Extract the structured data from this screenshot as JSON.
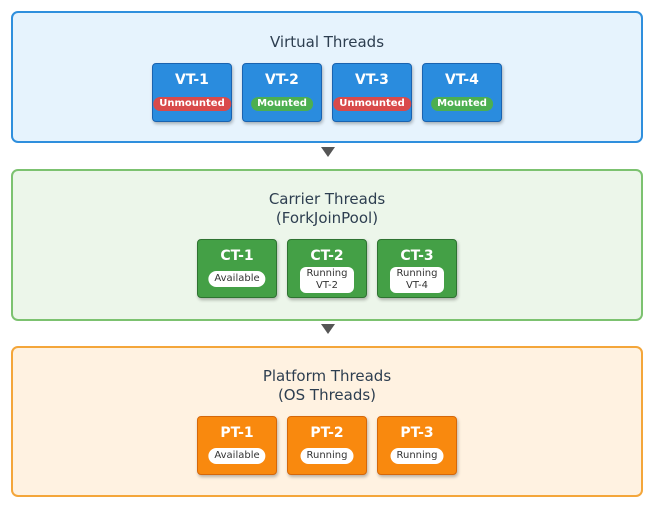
{
  "virtual": {
    "title": "Virtual Threads",
    "threads": [
      {
        "label": "VT-1",
        "status": "Unmounted"
      },
      {
        "label": "VT-2",
        "status": "Mounted"
      },
      {
        "label": "VT-3",
        "status": "Unmounted"
      },
      {
        "label": "VT-4",
        "status": "Mounted"
      }
    ]
  },
  "carrier": {
    "title_line1": "Carrier Threads",
    "title_line2": "(ForkJoinPool)",
    "threads": [
      {
        "label": "CT-1",
        "status_line1": "Available",
        "status_line2": ""
      },
      {
        "label": "CT-2",
        "status_line1": "Running",
        "status_line2": "VT-2"
      },
      {
        "label": "CT-3",
        "status_line1": "Running",
        "status_line2": "VT-4"
      }
    ]
  },
  "platform": {
    "title_line1": "Platform Threads",
    "title_line2": "(OS Threads)",
    "threads": [
      {
        "label": "PT-1",
        "status": "Available"
      },
      {
        "label": "PT-2",
        "status": "Running"
      },
      {
        "label": "PT-3",
        "status": "Running"
      }
    ]
  },
  "colors": {
    "virtual_node": "#2a8cde",
    "carrier_node": "#44a046",
    "platform_node": "#f9890e",
    "unmounted": "#d94a4a",
    "mounted": "#4caf50"
  }
}
